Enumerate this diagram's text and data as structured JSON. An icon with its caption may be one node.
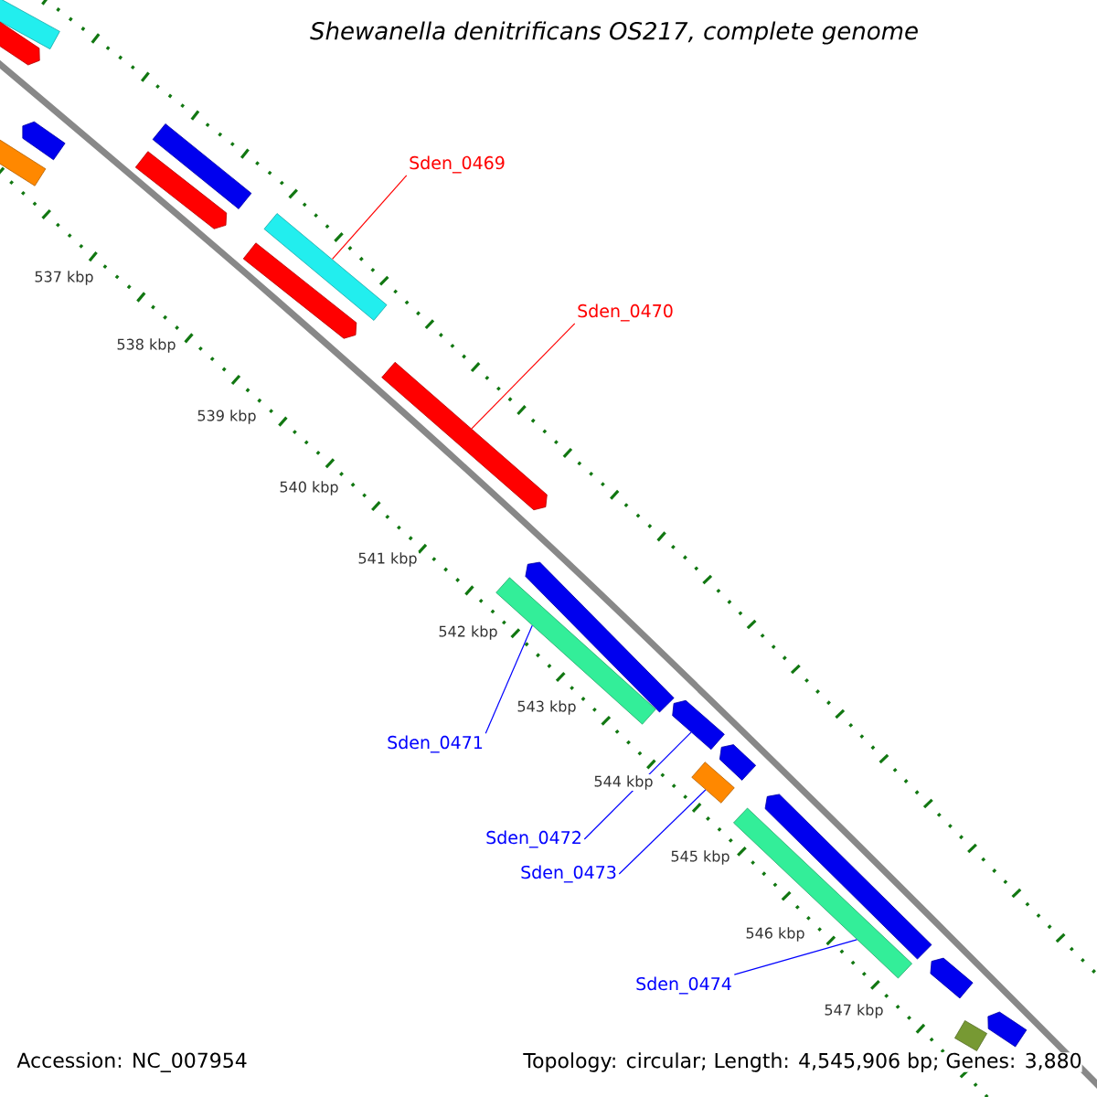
{
  "diagram": {
    "title": "Shewanella denitrificans OS217, complete genome",
    "nodes": [
      {
        "text": [
          "Sden_0469"
        ]
      },
      {
        "text": [
          "Sden_0470"
        ]
      },
      {
        "text": [
          "Sden_0471"
        ]
      },
      {
        "text": [
          "Sden_0472"
        ]
      },
      {
        "text": [
          "Sden_0473"
        ]
      },
      {
        "text": [
          "Sden_0474"
        ]
      },
      {
        "text": [],
        "shape": "bar"
      },
      {
        "text": [],
        "shape": "bar"
      },
      {
        "text": [],
        "shape": "bar"
      },
      {
        "text": [],
        "shape": "bar"
      },
      {
        "text": [],
        "shape": "bar"
      },
      {
        "text": [],
        "shape": "bar"
      },
      {
        "text": [],
        "shape": "bar"
      },
      {
        "text": [],
        "shape": "bar"
      },
      {
        "text": [],
        "shape": "bar"
      },
      {
        "text": [],
        "shape": "bar"
      },
      {
        "text": [],
        "shape": "bar"
      },
      {
        "text": [],
        "shape": "bar"
      },
      {
        "text": [],
        "shape": "bar"
      },
      {
        "text": [],
        "shape": "bar"
      },
      {
        "text": [],
        "shape": "bar"
      },
      {
        "text": [],
        "shape": "bar"
      },
      {
        "text": [],
        "shape": "bar"
      },
      {
        "text": [],
        "shape": "bar"
      },
      {
        "text": [],
        "shape": "bar"
      }
    ],
    "edges": [
      {
        "from": 0,
        "to": 12,
        "arrow": "none",
        "color": "#ff0000"
      },
      {
        "from": 1,
        "to": 14,
        "arrow": "none",
        "color": "#ff0000"
      },
      {
        "from": 2,
        "to": 16,
        "arrow": "none",
        "color": "#0000ff"
      },
      {
        "from": 3,
        "to": 17,
        "arrow": "none",
        "color": "#0000ff"
      },
      {
        "from": 4,
        "to": 19,
        "arrow": "none",
        "color": "#0000ff"
      },
      {
        "from": 5,
        "to": 21,
        "arrow": "none",
        "color": "#0000ff"
      }
    ],
    "labels": [
      "537 kbp",
      "538 kbp",
      "539 kbp",
      "540 kbp",
      "541 kbp",
      "542 kbp",
      "543 kbp",
      "544 kbp",
      "545 kbp",
      "546 kbp",
      "547 kbp",
      "Accession: NC_007954",
      "Topology: circular; Length: 4,545,906 bp; Genes: 3,880"
    ]
  }
}
